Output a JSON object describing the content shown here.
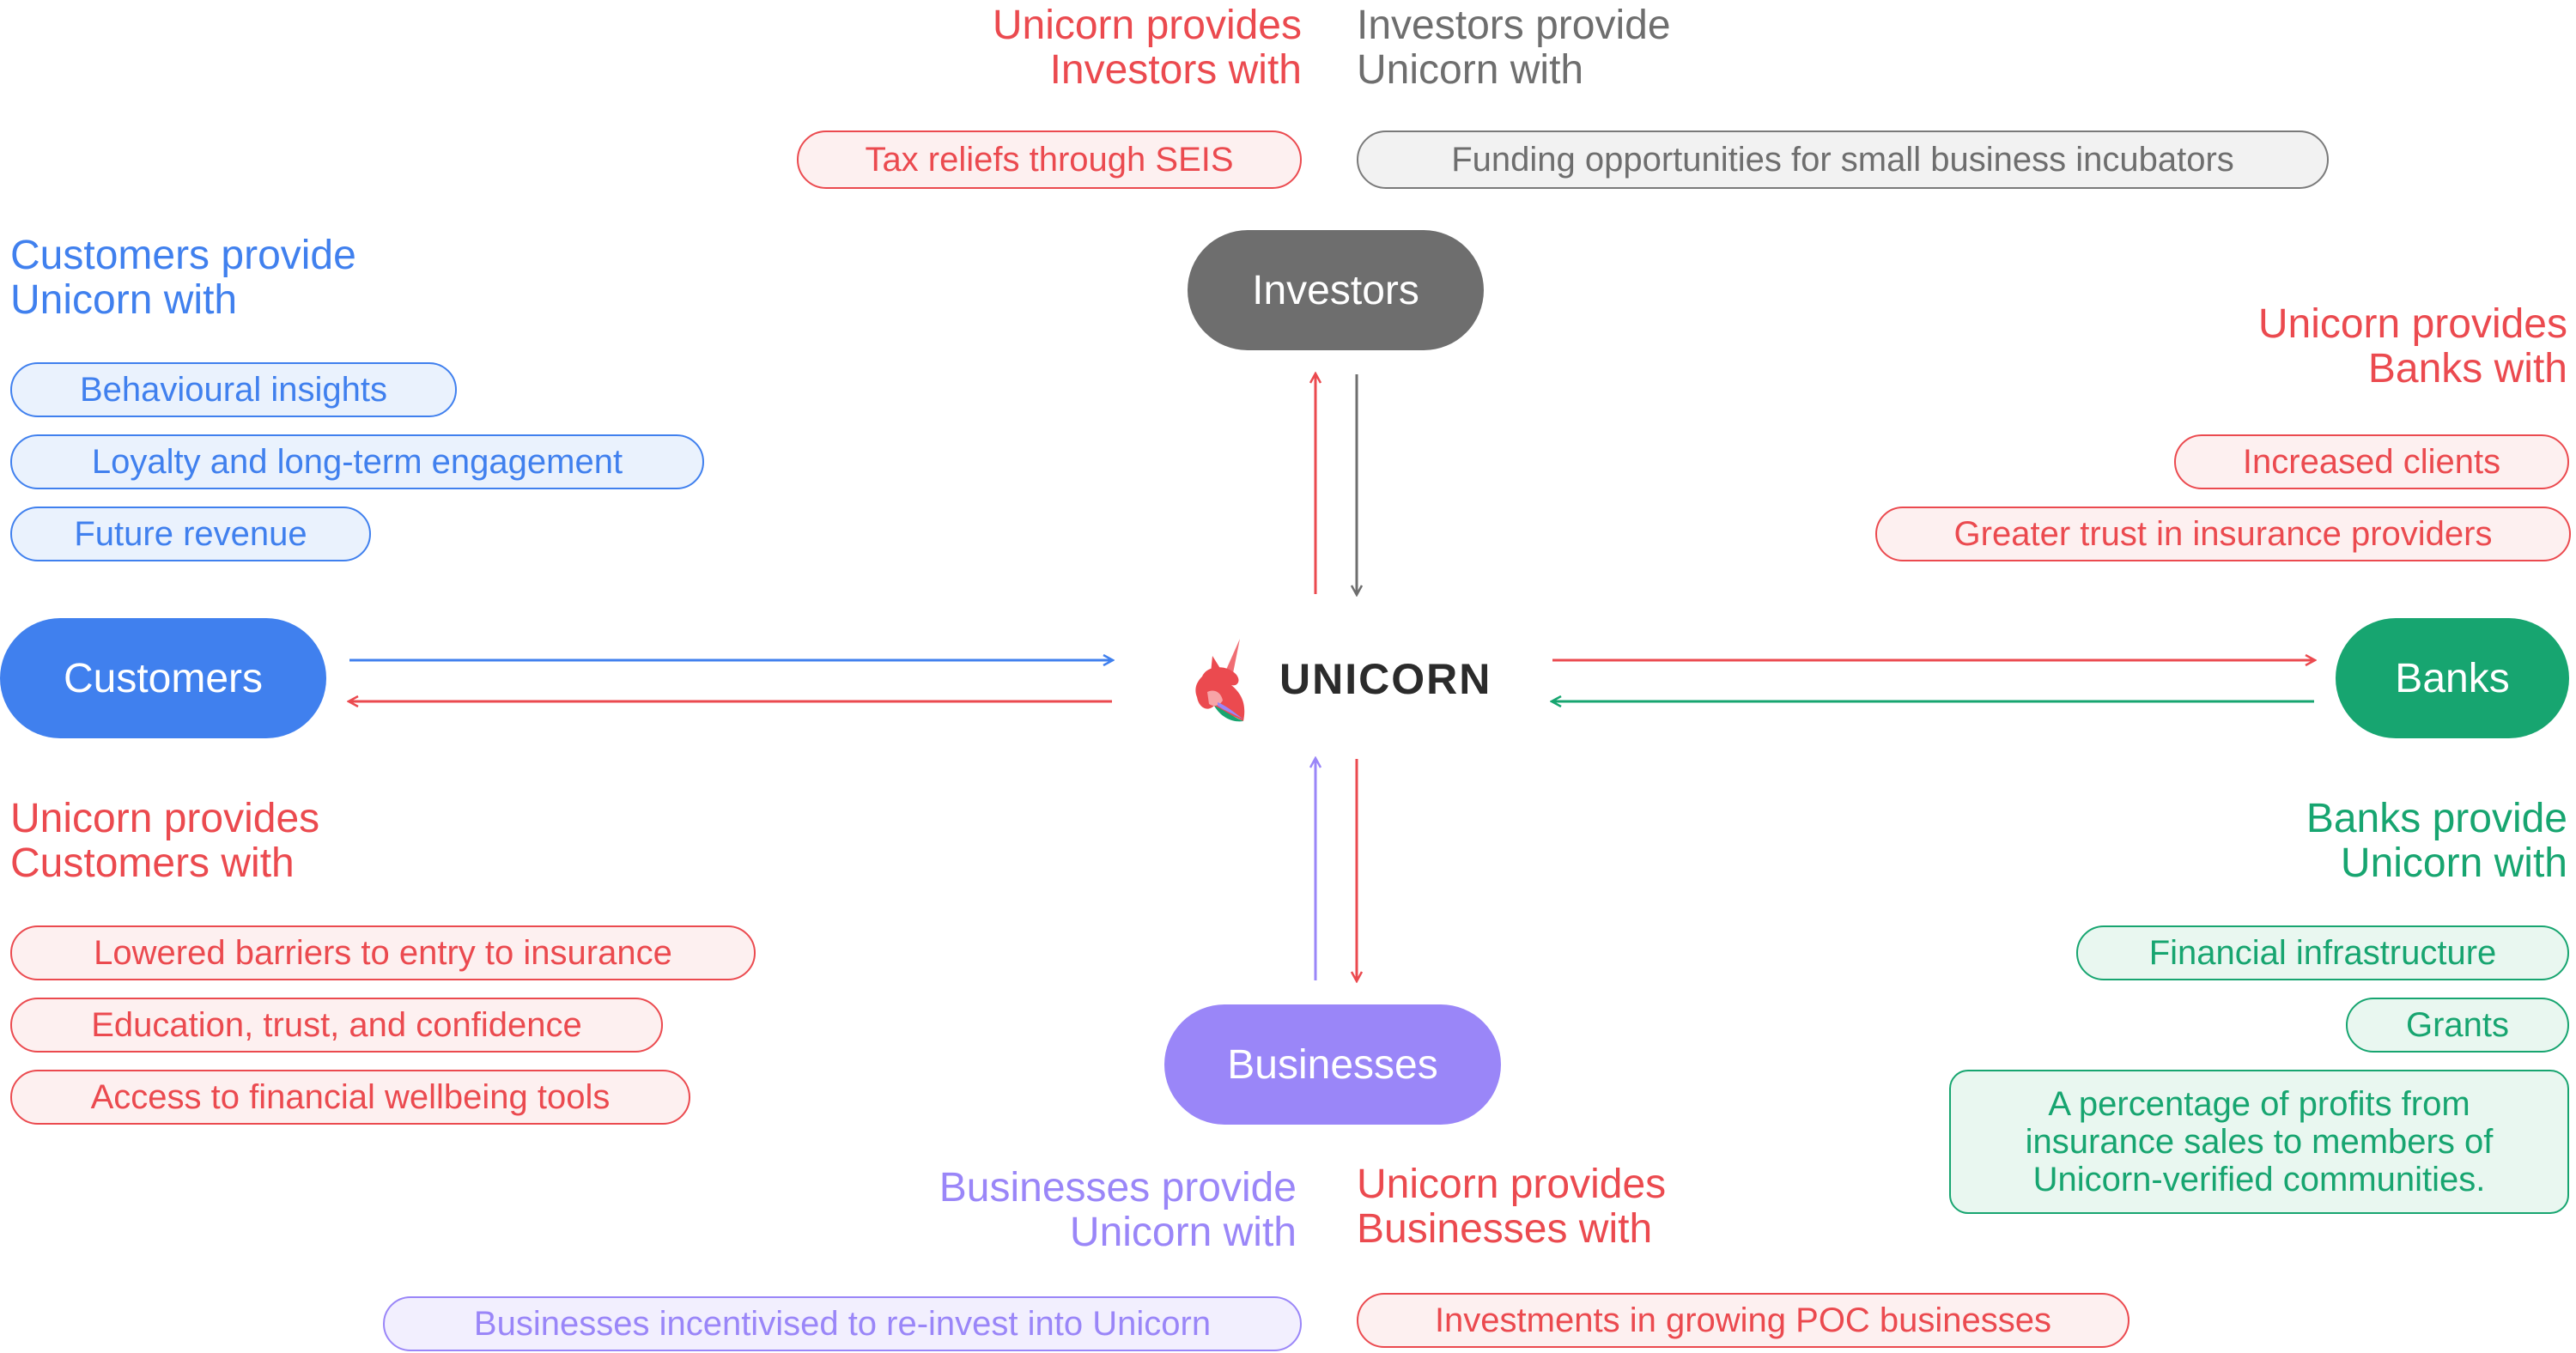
{
  "colors": {
    "unicorn_red": "#eb4a4f",
    "investors_grey": "#6e6e6e",
    "customers_blue": "#4080ee",
    "banks_green": "#17a570",
    "businesses_purple": "#9a86f8"
  },
  "center": {
    "brand": "UNICORN",
    "logo_icon": "unicorn-head-icon"
  },
  "nodes": {
    "investors": "Investors",
    "customers": "Customers",
    "banks": "Banks",
    "businesses": "Businesses"
  },
  "investors": {
    "unicorn_provides": "Unicorn provides\nInvestors with",
    "unicorn_items": [
      "Tax reliefs through SEIS"
    ],
    "investors_provide": "Investors provide\nUnicorn with",
    "investor_items": [
      "Funding opportunities for small business incubators"
    ]
  },
  "customers": {
    "customers_provide": "Customers provide\nUnicorn with",
    "customer_items": [
      "Behavioural insights",
      "Loyalty and long-term engagement",
      "Future revenue"
    ],
    "unicorn_provides": "Unicorn provides\nCustomers with",
    "unicorn_items": [
      "Lowered barriers to entry to insurance",
      "Education, trust, and confidence",
      "Access to financial wellbeing tools"
    ]
  },
  "banks": {
    "unicorn_provides": "Unicorn provides\nBanks with",
    "unicorn_items": [
      "Increased clients",
      "Greater trust in insurance providers"
    ],
    "banks_provide": "Banks provide\nUnicorn with",
    "bank_items": [
      "Financial infrastructure",
      "Grants",
      "A percentage of profits from\ninsurance sales to members of\nUnicorn-verified communities."
    ]
  },
  "businesses": {
    "businesses_provide": "Businesses provide\nUnicorn with",
    "business_items": [
      "Businesses incentivised to re-invest into Unicorn"
    ],
    "unicorn_provides": "Unicorn provides\nBusinesses with",
    "unicorn_items": [
      "Investments in growing POC businesses"
    ]
  }
}
